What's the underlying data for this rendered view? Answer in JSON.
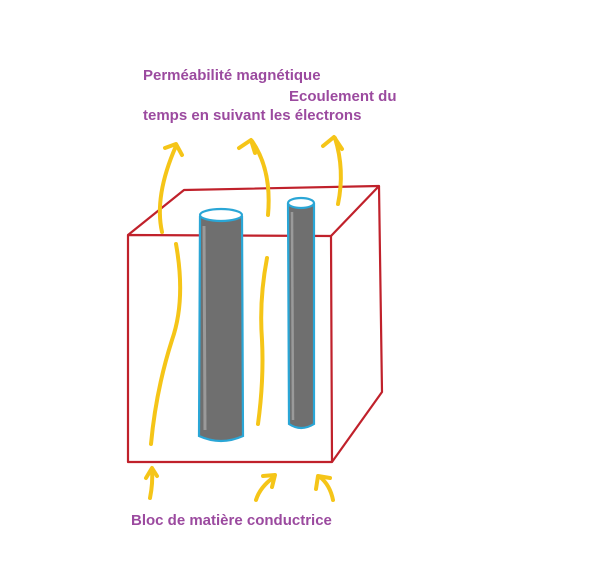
{
  "labels": {
    "line1": "Perméabilité magnétique",
    "line2": "Ecoulement du",
    "line3": "temps en suivant les électrons",
    "bottom": "Bloc de matière conductrice"
  },
  "colors": {
    "text": "#9b4a9f",
    "block_outline": "#c0212b",
    "tube_outline": "#2aa6d6",
    "tube_fill": "#6f6f6f",
    "arrow": "#f5c518"
  },
  "icons": [
    "upward-curved-arrow",
    "conductor-tube",
    "conductive-block"
  ]
}
